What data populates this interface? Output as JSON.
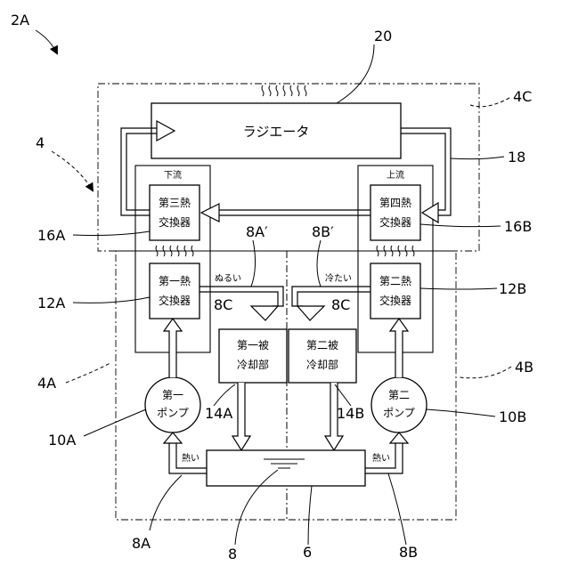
{
  "diagram": {
    "refs": {
      "r2A": "2A",
      "r4": "4",
      "r4A": "4A",
      "r4B": "4B",
      "r4C": "4C",
      "r20": "20",
      "r18": "18",
      "r16A": "16A",
      "r16B": "16B",
      "r12A": "12A",
      "r12B": "12B",
      "r8Ap": "8A′",
      "r8Bp": "8B′",
      "r8C1": "8C",
      "r8C2": "8C",
      "r14A": "14A",
      "r14B": "14B",
      "r10A": "10A",
      "r10B": "10B",
      "r8A": "8A",
      "r8": "8",
      "r6": "6",
      "r8B": "8B"
    },
    "radiator": "ラジエータ",
    "downstream": "下流",
    "upstream": "上流",
    "hx3": [
      "第三熱",
      "交換器"
    ],
    "hx4": [
      "第四熱",
      "交換器"
    ],
    "hx1": [
      "第一熱",
      "交換器"
    ],
    "hx2": [
      "第二熱",
      "交換器"
    ],
    "obj1": [
      "第一被",
      "冷却部"
    ],
    "obj2": [
      "第二被",
      "冷却部"
    ],
    "pump1": [
      "第一",
      "ポンプ"
    ],
    "pump2": [
      "第二",
      "ポンプ"
    ],
    "lukewarm": "ぬるい",
    "cold": "冷たい",
    "hot_left": "熱い",
    "hot_right": "熱い"
  }
}
